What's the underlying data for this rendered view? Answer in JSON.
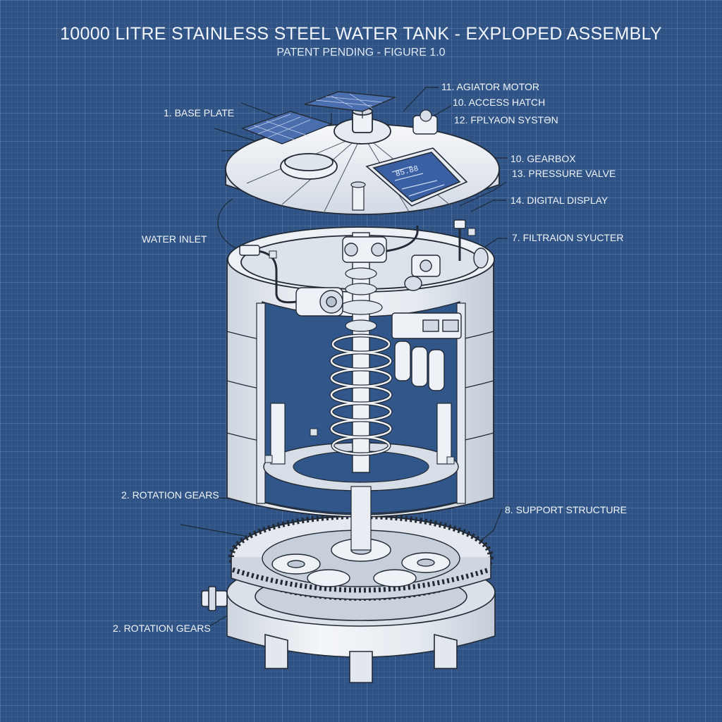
{
  "figure": {
    "title": "10000 LITRE STAINLESS STEEL WATER TANK - EXPLOPED ASSEMBLY",
    "subtitle": "PATENT PENDING - FIGURE 1.0"
  },
  "display_panel": {
    "readout": "85.88"
  },
  "labels": {
    "agitator_motor": "11. AGIATOR MOTOR",
    "access_hatch": "10. ACCESS HATCH",
    "filtration_system_top": "12. FPLYAON SYSTƏN",
    "base_plate": "1. BASE PLATE",
    "gearbox": "10. GEARBOX",
    "pressure_valve": "13. PRESSURE VALVE",
    "digital_display": "14. DIGITAL DISPLAY",
    "water_inlet": "WATER INLET",
    "filtration_system_side": "7. FILTRAION SYUCTER",
    "rotation_gears_upper": "2. ROTATION GEARS",
    "support_structure": "8. SUPPORT STRUCTURE",
    "rotation_gears_lower": "2. ROTATION GEARS"
  },
  "colors": {
    "background": "#2f5384",
    "line": "#222a36",
    "part_fill": "#e9edf3",
    "solar_panel": "#4b6fae",
    "display_screen": "#3b5fa3",
    "label_text": "#f0f4fa"
  }
}
